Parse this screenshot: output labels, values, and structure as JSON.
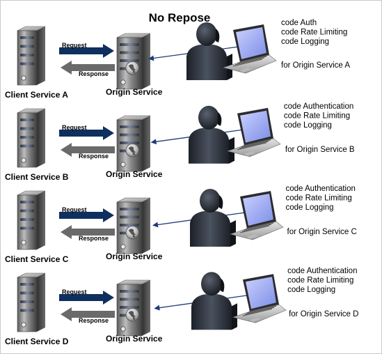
{
  "title": "No Repose",
  "colors": {
    "request_arrow": "#0f2f5e",
    "response_arrow": "#6a6a6a",
    "connector": "#1d3b78",
    "developer": "#2b2f36",
    "laptop_screen": "#a8b4f0"
  },
  "icons": {
    "client_server": "server-tower-icon",
    "origin_server": "server-globe-icon",
    "developer": "person-silhouette-icon",
    "workstation": "laptop-icon"
  },
  "rows": [
    {
      "client_label": "Client Service A",
      "origin_label": "Origin Service",
      "request_label": "Request",
      "response_label": "Response",
      "notes": [
        "code Auth",
        "code Rate Limiting",
        "code Logging"
      ],
      "target": "for Origin Service A"
    },
    {
      "client_label": "Client Service B",
      "origin_label": "Origin Service",
      "request_label": "Request",
      "response_label": "Response",
      "notes": [
        "code Authentication",
        "code Rate Limiting",
        "code Logging"
      ],
      "target": "for Origin Service B"
    },
    {
      "client_label": "Client Service C",
      "origin_label": "Origin Service",
      "request_label": "Request",
      "response_label": "Response",
      "notes": [
        "code Authentication",
        "code Rate Limiting",
        "code Logging"
      ],
      "target": "for Origin Service C"
    },
    {
      "client_label": "Client Service D",
      "origin_label": "Origin Service",
      "request_label": "Request",
      "response_label": "Response",
      "notes": [
        "code Authentication",
        "code Rate Limiting",
        "code Logging"
      ],
      "target": "for Origin Service D"
    }
  ]
}
